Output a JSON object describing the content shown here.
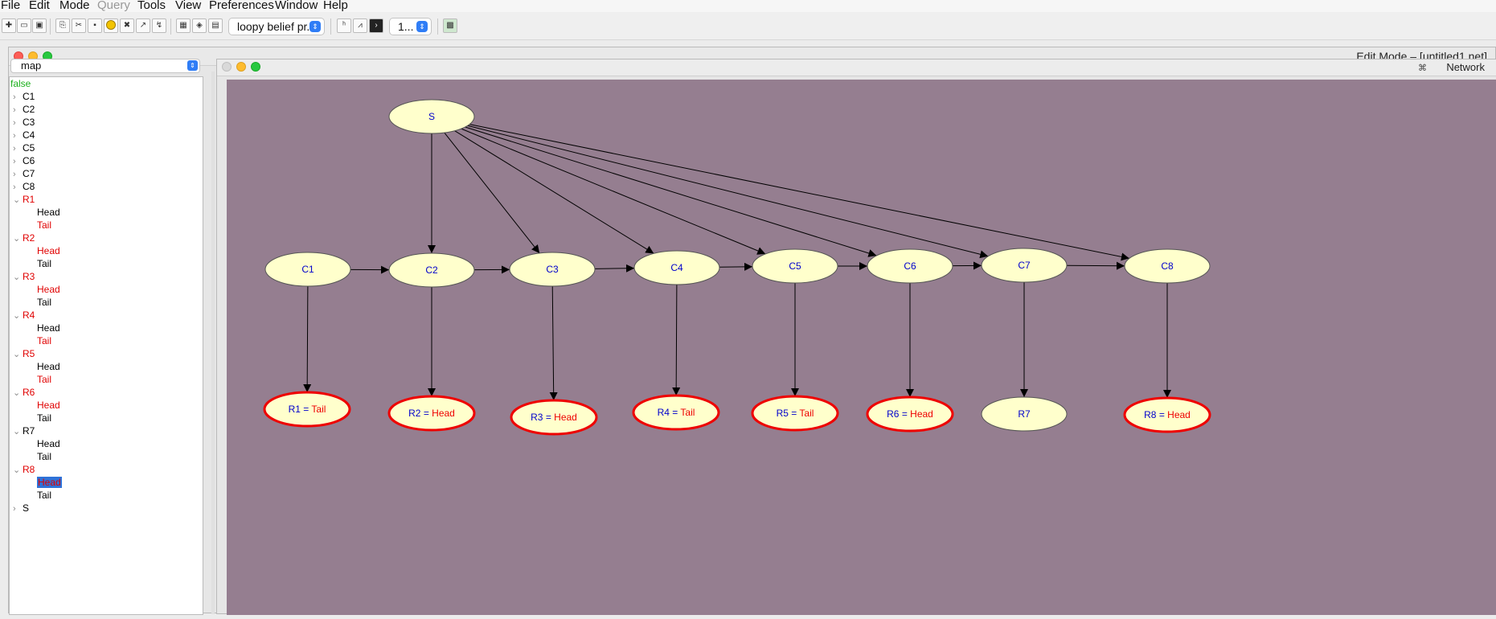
{
  "menu": [
    "File",
    "Edit",
    "Mode",
    "Query",
    "Tools",
    "View",
    "Preferences",
    "Window",
    "Help"
  ],
  "menu_disabled": [
    "Query"
  ],
  "toolbar": {
    "algorithm_select": "loopy belief pr...",
    "depth_select": "1...",
    "icons": [
      "new-network-icon",
      "open-icon",
      "save-icon",
      "copy-icon",
      "cut-icon",
      "paste-icon",
      "add-node-icon",
      "delete-node-icon",
      "add-edge-icon",
      "delete-edge-icon",
      "cpt-icon",
      "layout-icon",
      "print-icon",
      "hugin-icon",
      "chart-icon",
      "terminal-icon",
      "compile-icon"
    ]
  },
  "window": {
    "title": "Edit Mode – [untitled1.net]"
  },
  "left_panel": {
    "select_value": "map",
    "tree_root": "false",
    "tree": [
      {
        "label": "C1",
        "expanded": false,
        "red": false,
        "states": []
      },
      {
        "label": "C2",
        "expanded": false,
        "red": false,
        "states": []
      },
      {
        "label": "C3",
        "expanded": false,
        "red": false,
        "states": []
      },
      {
        "label": "C4",
        "expanded": false,
        "red": false,
        "states": []
      },
      {
        "label": "C5",
        "expanded": false,
        "red": false,
        "states": []
      },
      {
        "label": "C6",
        "expanded": false,
        "red": false,
        "states": []
      },
      {
        "label": "C7",
        "expanded": false,
        "red": false,
        "states": []
      },
      {
        "label": "C8",
        "expanded": false,
        "red": false,
        "states": []
      },
      {
        "label": "R1",
        "expanded": true,
        "red": true,
        "states": [
          {
            "label": "Head",
            "red": false,
            "selected": false
          },
          {
            "label": "Tail",
            "red": true,
            "selected": false
          }
        ]
      },
      {
        "label": "R2",
        "expanded": true,
        "red": true,
        "states": [
          {
            "label": "Head",
            "red": true,
            "selected": false
          },
          {
            "label": "Tail",
            "red": false,
            "selected": false
          }
        ]
      },
      {
        "label": "R3",
        "expanded": true,
        "red": true,
        "states": [
          {
            "label": "Head",
            "red": true,
            "selected": false
          },
          {
            "label": "Tail",
            "red": false,
            "selected": false
          }
        ]
      },
      {
        "label": "R4",
        "expanded": true,
        "red": true,
        "states": [
          {
            "label": "Head",
            "red": false,
            "selected": false
          },
          {
            "label": "Tail",
            "red": true,
            "selected": false
          }
        ]
      },
      {
        "label": "R5",
        "expanded": true,
        "red": true,
        "states": [
          {
            "label": "Head",
            "red": false,
            "selected": false
          },
          {
            "label": "Tail",
            "red": true,
            "selected": false
          }
        ]
      },
      {
        "label": "R6",
        "expanded": true,
        "red": true,
        "states": [
          {
            "label": "Head",
            "red": true,
            "selected": false
          },
          {
            "label": "Tail",
            "red": false,
            "selected": false
          }
        ]
      },
      {
        "label": "R7",
        "expanded": true,
        "red": false,
        "states": [
          {
            "label": "Head",
            "red": false,
            "selected": false
          },
          {
            "label": "Tail",
            "red": false,
            "selected": false
          }
        ]
      },
      {
        "label": "R8",
        "expanded": true,
        "red": true,
        "states": [
          {
            "label": "Head",
            "red": true,
            "selected": true
          },
          {
            "label": "Tail",
            "red": false,
            "selected": false
          }
        ]
      },
      {
        "label": "S",
        "expanded": false,
        "red": false,
        "states": []
      }
    ]
  },
  "network": {
    "title": "Network",
    "nodes": [
      {
        "id": "S",
        "label": "S"
      },
      {
        "id": "C1",
        "label": "C1"
      },
      {
        "id": "C2",
        "label": "C2"
      },
      {
        "id": "C3",
        "label": "C3"
      },
      {
        "id": "C4",
        "label": "C4"
      },
      {
        "id": "C5",
        "label": "C5"
      },
      {
        "id": "C6",
        "label": "C6"
      },
      {
        "id": "C7",
        "label": "C7"
      },
      {
        "id": "C8",
        "label": "C8"
      },
      {
        "id": "R1",
        "label": "R1",
        "evidence": "Tail"
      },
      {
        "id": "R2",
        "label": "R2",
        "evidence": "Head"
      },
      {
        "id": "R3",
        "label": "R3",
        "evidence": "Head"
      },
      {
        "id": "R4",
        "label": "R4",
        "evidence": "Tail"
      },
      {
        "id": "R5",
        "label": "R5",
        "evidence": "Tail"
      },
      {
        "id": "R6",
        "label": "R6",
        "evidence": "Head"
      },
      {
        "id": "R7",
        "label": "R7"
      },
      {
        "id": "R8",
        "label": "R8",
        "evidence": "Head"
      }
    ],
    "edges": [
      [
        "S",
        "C2"
      ],
      [
        "S",
        "C3"
      ],
      [
        "S",
        "C4"
      ],
      [
        "S",
        "C5"
      ],
      [
        "S",
        "C6"
      ],
      [
        "S",
        "C7"
      ],
      [
        "S",
        "C8"
      ],
      [
        "C1",
        "C2"
      ],
      [
        "C2",
        "C3"
      ],
      [
        "C3",
        "C4"
      ],
      [
        "C4",
        "C5"
      ],
      [
        "C5",
        "C6"
      ],
      [
        "C6",
        "C7"
      ],
      [
        "C7",
        "C8"
      ],
      [
        "C1",
        "R1"
      ],
      [
        "C2",
        "R2"
      ],
      [
        "C3",
        "R3"
      ],
      [
        "C4",
        "R4"
      ],
      [
        "C5",
        "R5"
      ],
      [
        "C6",
        "R6"
      ],
      [
        "C7",
        "R7"
      ],
      [
        "C8",
        "R8"
      ]
    ]
  },
  "colors": {
    "canvas": "#957e90",
    "node_fill": "#ffffcc",
    "node_label": "#0000cc",
    "evidence_value": "#ee0000",
    "evidence_border": "#ee0000",
    "tree_red": "#e00000",
    "tree_root": "#1cb01c",
    "selection": "#2f72d8"
  }
}
